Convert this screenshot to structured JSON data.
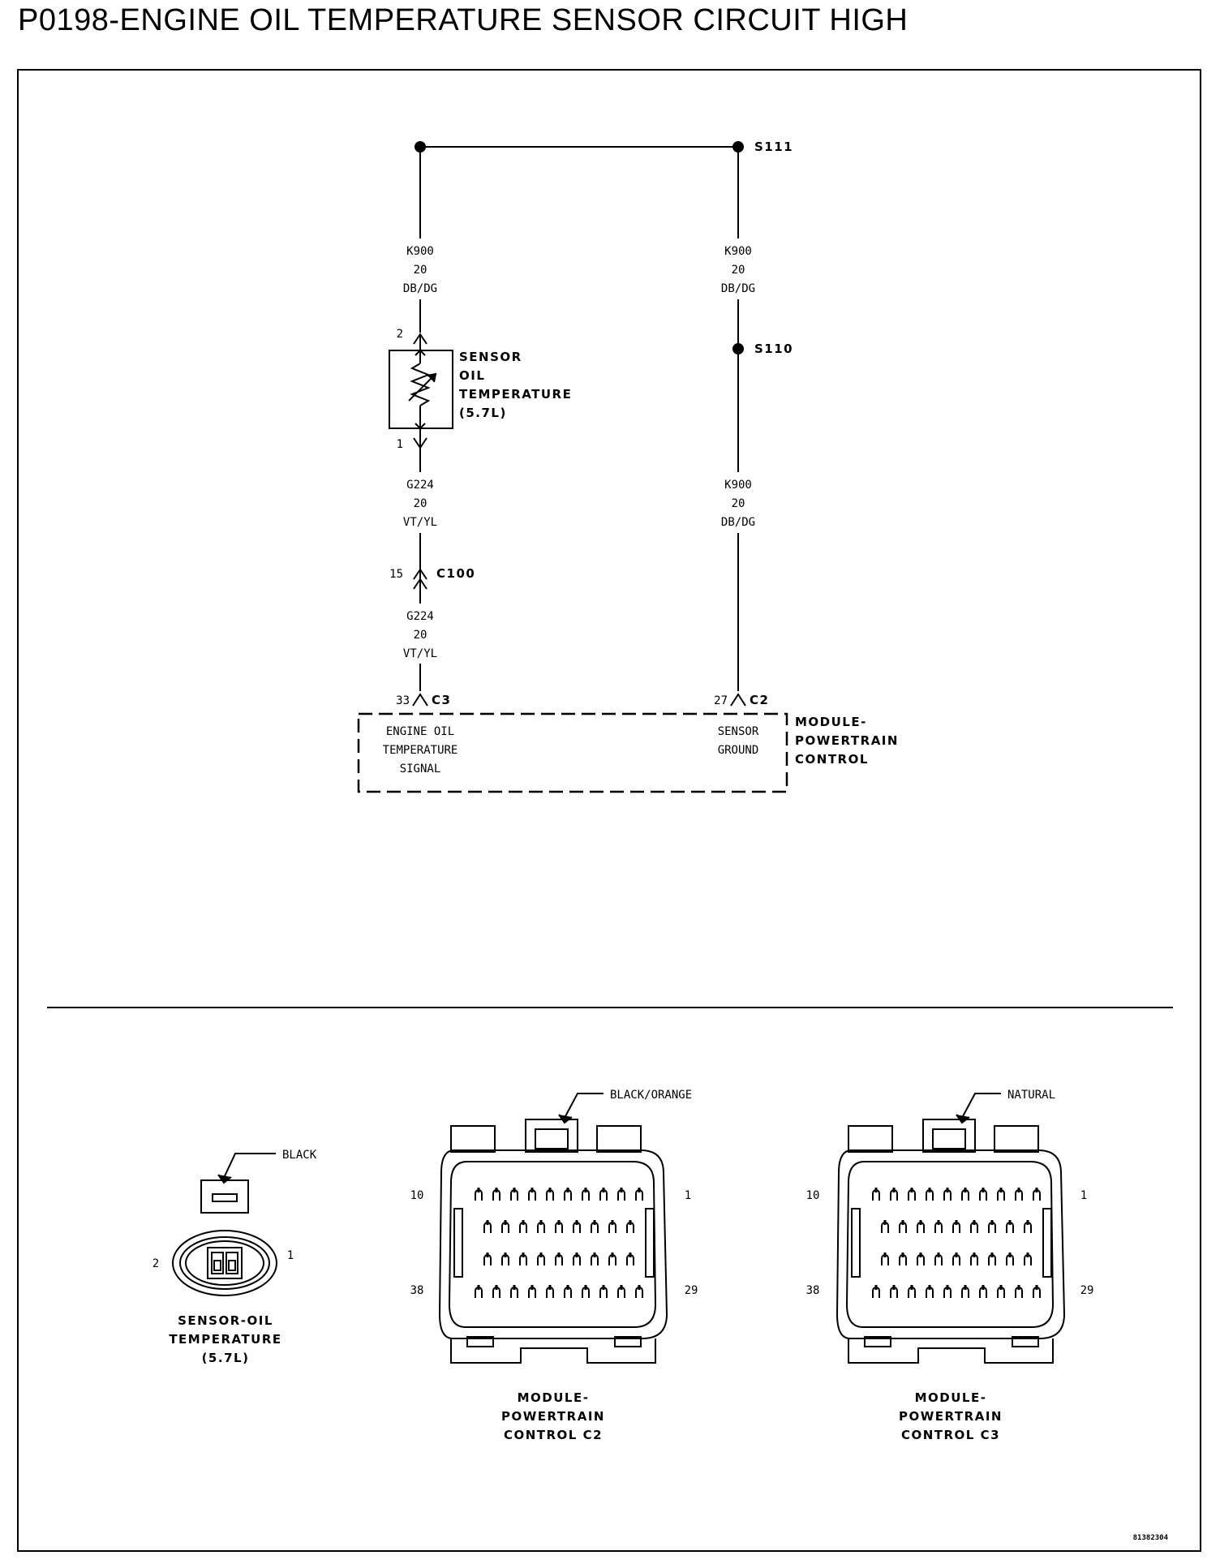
{
  "title": "P0198-ENGINE OIL TEMPERATURE SENSOR CIRCUIT HIGH",
  "splices": {
    "top": "S111",
    "mid": "S110"
  },
  "wires": {
    "left_top": {
      "circuit": "K900",
      "gauge": "20",
      "color": "DB/DG"
    },
    "right_top": {
      "circuit": "K900",
      "gauge": "20",
      "color": "DB/DG"
    },
    "right_mid": {
      "circuit": "K900",
      "gauge": "20",
      "color": "DB/DG"
    },
    "left_mid": {
      "circuit": "G224",
      "gauge": "20",
      "color": "VT/YL"
    },
    "left_bot": {
      "circuit": "G224",
      "gauge": "20",
      "color": "VT/YL"
    }
  },
  "sensor": {
    "line1": "SENSOR",
    "line2": "OIL",
    "line3": "TEMPERATURE",
    "line4": "(5.7L)",
    "pin_top": "2",
    "pin_bottom": "1"
  },
  "inline_connector": {
    "pin": "15",
    "name": "C100"
  },
  "pcm_terminals": {
    "left": {
      "pin": "33",
      "conn": "C3"
    },
    "right": {
      "pin": "27",
      "conn": "C2"
    }
  },
  "pcm": {
    "left_line1": "ENGINE OIL",
    "left_line2": "TEMPERATURE",
    "left_line3": "SIGNAL",
    "right_line1": "SENSOR",
    "right_line2": "GROUND",
    "name_line1": "MODULE-",
    "name_line2": "POWERTRAIN",
    "name_line3": "CONTROL"
  },
  "connector_views": {
    "sensor": {
      "color": "BLACK",
      "pin_left": "2",
      "pin_right": "1",
      "caption1": "SENSOR-OIL",
      "caption2": "TEMPERATURE",
      "caption3": "(5.7L)"
    },
    "c2": {
      "color": "BLACK/ORANGE",
      "pin_tl": "10",
      "pin_tr": "1",
      "pin_bl": "38",
      "pin_br": "29",
      "caption1": "MODULE-",
      "caption2": "POWERTRAIN",
      "caption3": "CONTROL C2"
    },
    "c3": {
      "color": "NATURAL",
      "pin_tl": "10",
      "pin_tr": "1",
      "pin_bl": "38",
      "pin_br": "29",
      "caption1": "MODULE-",
      "caption2": "POWERTRAIN",
      "caption3": "CONTROL C3"
    }
  },
  "figure_id": "81382304"
}
